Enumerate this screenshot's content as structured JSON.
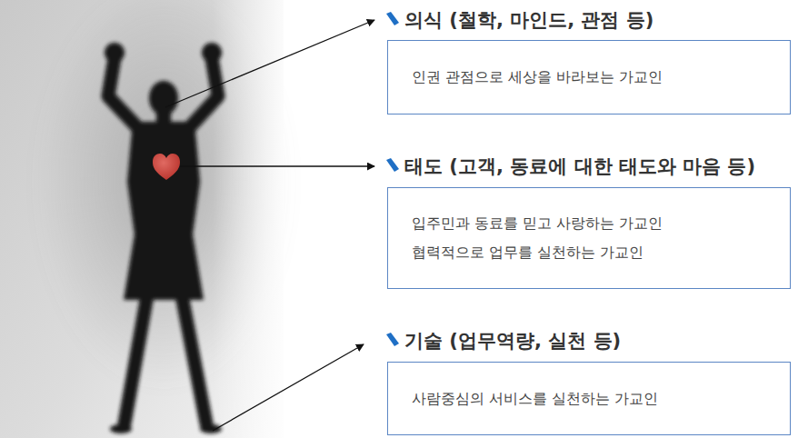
{
  "diagram": {
    "nodes": [
      {
        "text": [
          "의식 (철학, 마인드, 관점 등)",
          "인권 관점으로 세상을 바라보는 가교인"
        ]
      },
      {
        "text": [
          "태도 (고객, 동료에 대한 태도와 마음 등)",
          "입주민과 동료를 믿고 사랑하는 가교인",
          "협력적으로 업무를 실천하는 가교인"
        ]
      },
      {
        "text": [
          "기술 (업무역량, 실천 등)",
          "사람중심의 서비스를 실천하는 가교인"
        ]
      }
    ]
  }
}
